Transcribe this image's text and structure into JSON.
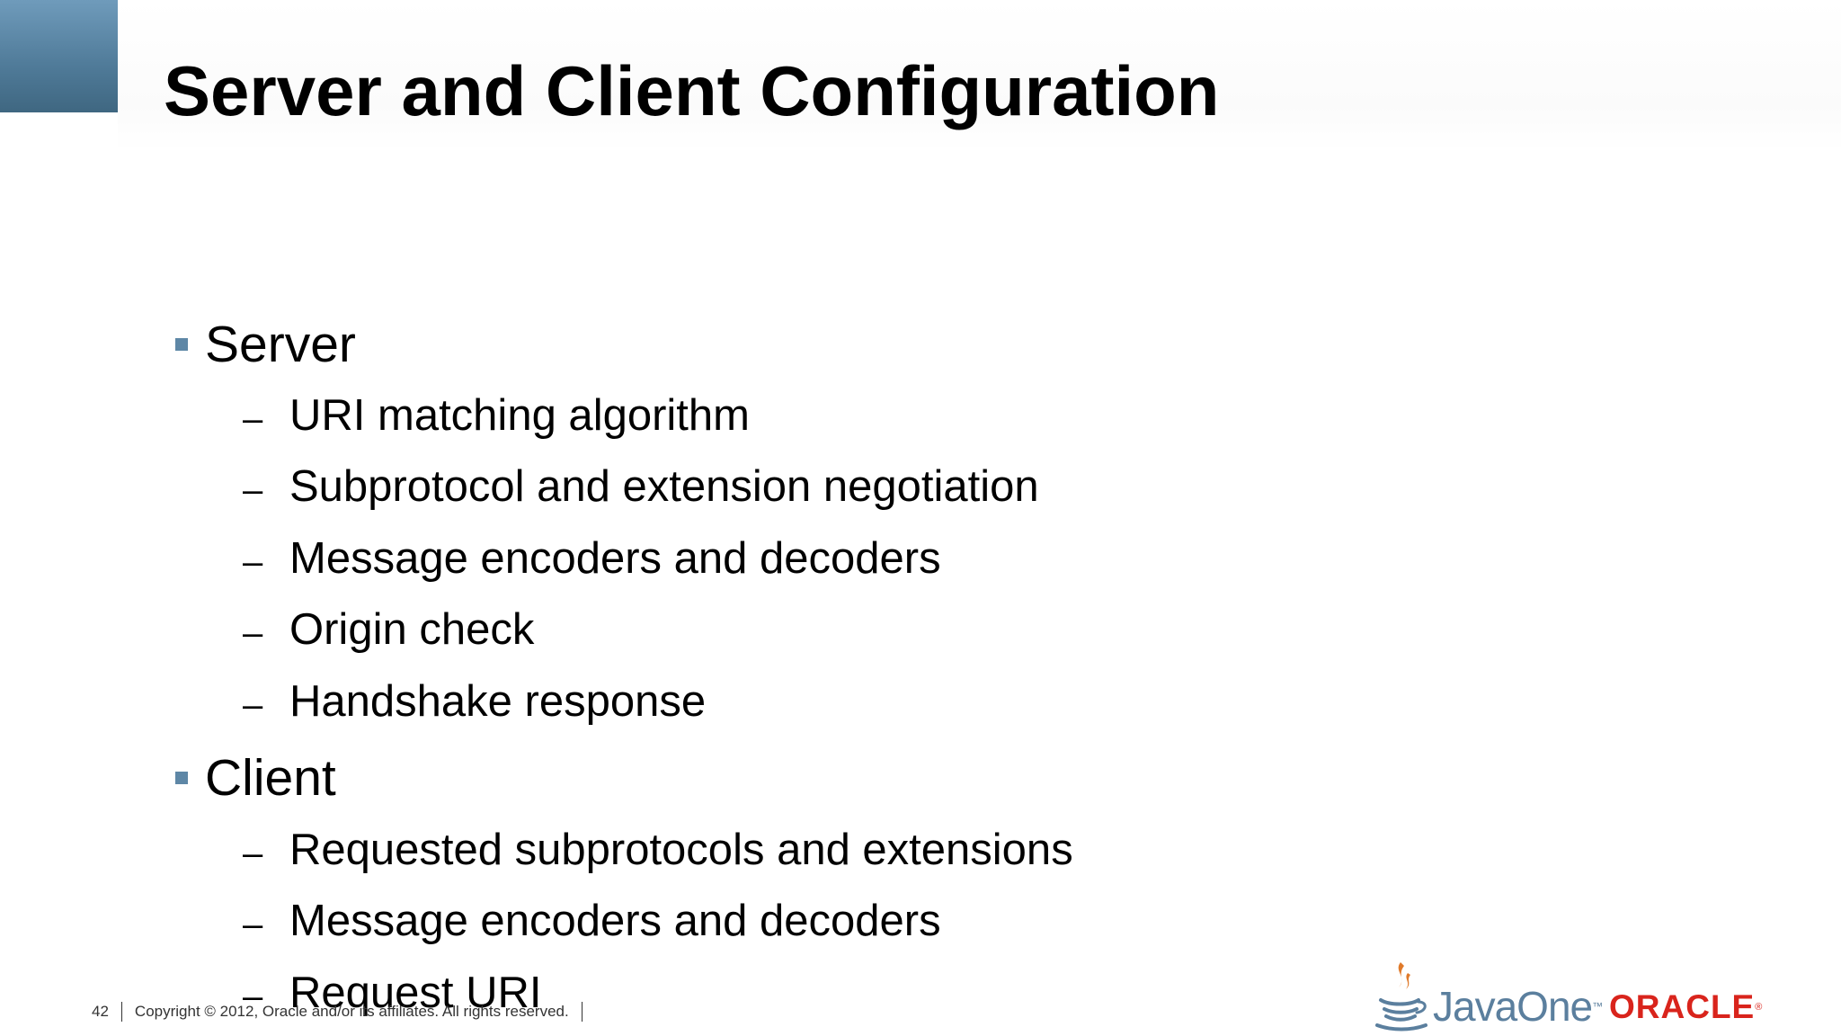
{
  "slide": {
    "title": "Server and Client Configuration",
    "sections": [
      {
        "label": "Server",
        "items": [
          "URI matching algorithm",
          "Subprotocol and extension negotiation",
          "Message encoders and decoders",
          "Origin check",
          "Handshake response"
        ]
      },
      {
        "label": "Client",
        "items": [
          "Requested subprotocols and extensions",
          "Message encoders and decoders",
          "Request URI"
        ]
      }
    ],
    "dash": "–"
  },
  "footer": {
    "page_number": "42",
    "copyright": "Copyright © 2012, Oracle and/or its affiliates. All rights reserved."
  },
  "logos": {
    "javaone": {
      "text": "JavaOne",
      "trademark": "™",
      "icon": "java-coffee-cup-icon",
      "color": "#5b7f9e"
    },
    "oracle": {
      "text": "ORACLE",
      "registered": "®",
      "color": "#d9241c"
    }
  },
  "colors": {
    "accent": "#5e87a6",
    "corner_block": "#4f7a98"
  }
}
